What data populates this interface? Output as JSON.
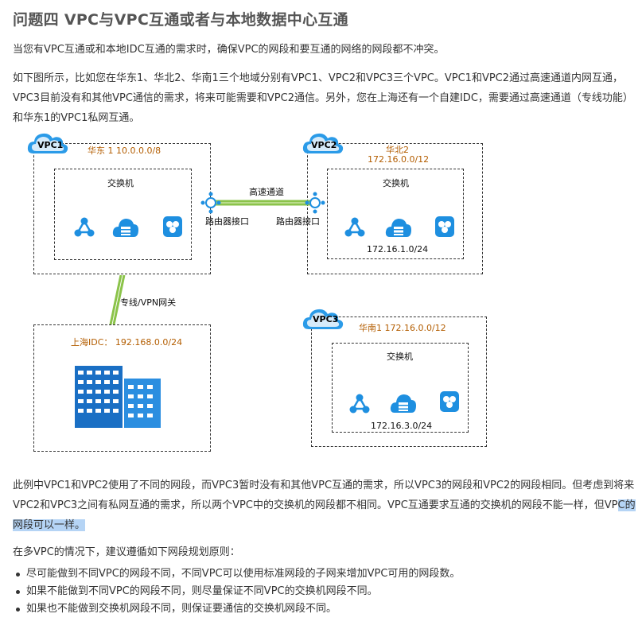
{
  "title": "问题四 VPC与VPC互通或者与本地数据中心互通",
  "intro1": "当您有VPC互通或和本地IDC互通的需求时，确保VPC的网段和要互通的网络的网段都不冲突。",
  "intro2": "如下图所示，比如您在华东1、华北2、华南1三个地域分别有VPC1、VPC2和VPC3三个VPC。VPC1和VPC2通过高速通道内网互通，VPC3目前没有和其他VPC通信的需求，将来可能需要和VPC2通信。另外，您在上海还有一个自建IDC，需要通过高速通道（专线功能）和华东1的VPC1私网互通。",
  "diagram": {
    "vpc1": {
      "name": "VPC1",
      "region": "华东 1 10.0.0.0/8",
      "switch": "交换机"
    },
    "vpc2": {
      "name": "VPC2",
      "region": "华北2",
      "cidr": "172.16.0.0/12",
      "switch": "交换机",
      "vswitch_cidr": "172.16.1.0/24"
    },
    "vpc3": {
      "name": "VPC3",
      "region": "华南1 172.16.0.0/12",
      "switch": "交换机",
      "vswitch_cidr": "172.16.3.0/24"
    },
    "express": "高速通道",
    "router_left": "路由器接口",
    "router_right": "路由器接口",
    "dedicated": "专线/VPN网关",
    "idc": "上海IDC： 192.168.0.0/24",
    "colors": {
      "accent": "#1e8fe0",
      "region_text": "#b35d00",
      "link": "#8bc34a"
    }
  },
  "para3_before": "此例中VPC1和VPC2使用了不同的网段，而VPC3暂时没有和其他VPC互通的需求，所以VPC3的网段和VPC2的网段相同。但考虑到将来VPC2和VPC3之间有私网互通的需求，所以两个VPC中的交换机的网段都不相同。VPC互通要求互通的交换机的网段不能一样，但VP",
  "para3_highlight": "C的网段可以一样。",
  "para4": "在多VPC的情况下，建议遵循如下网段规划原则：",
  "rules": [
    "尽可能做到不同VPC的网段不同，不同VPC可以使用标准网段的子网来增加VPC可用的网段数。",
    "如果不能做到不同VPC的网段不同，则尽量保证不同VPC的交换机网段不同。",
    "如果也不能做到交换机网段不同，则保证要通信的交换机网段不同。"
  ]
}
